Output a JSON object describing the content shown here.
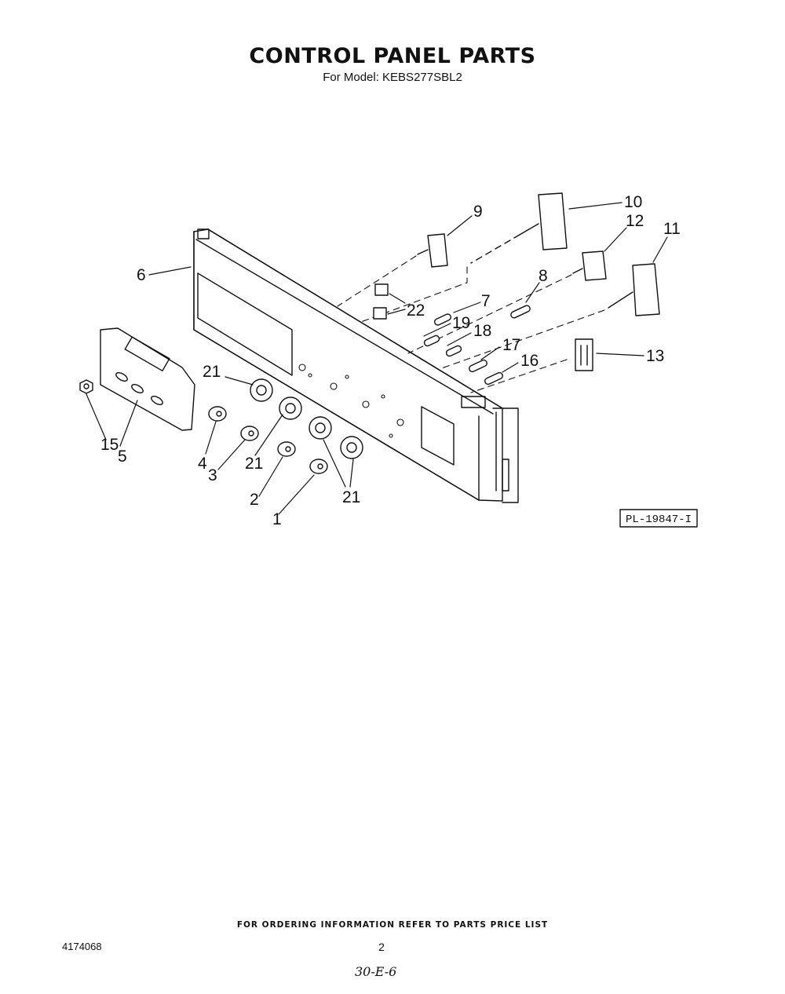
{
  "header": {
    "title": "CONTROL PANEL PARTS",
    "subtitle": "For Model: KEBS277SBL2"
  },
  "diagram": {
    "plate_id": "PL-19847-I",
    "callouts": {
      "c1": "1",
      "c2": "2",
      "c3": "3",
      "c4": "4",
      "c5": "5",
      "c6": "6",
      "c7": "7",
      "c8": "8",
      "c9": "9",
      "c10": "10",
      "c11": "11",
      "c12": "12",
      "c13": "13",
      "c15": "15",
      "c16": "16",
      "c17": "17",
      "c18": "18",
      "c19": "19",
      "c21a": "21",
      "c21b": "21",
      "c21c": "21",
      "c22": "22"
    }
  },
  "footer": {
    "ordering_note": "FOR ORDERING INFORMATION REFER TO PARTS PRICE LIST",
    "doc_number": "4174068",
    "page_number": "2",
    "handwritten_code": "30-E-6"
  }
}
